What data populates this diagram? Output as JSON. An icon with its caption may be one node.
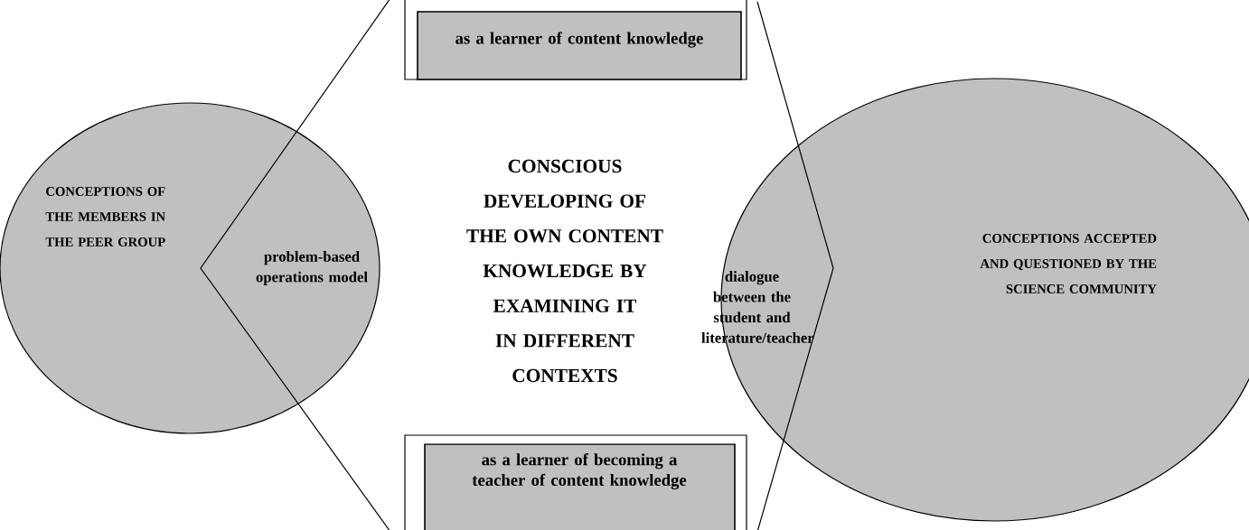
{
  "diagram": {
    "nodes": [
      {
        "text": [
          "CONCEPTIONS OF THE MEMBERS IN THE PEER GROUP"
        ]
      },
      {
        "text": [
          "CONSCIOUS DEVELOPING OF THE OWN CONTENT KNOWLEDGE BY EXAMINING IT IN DIFFERENT CONTEXTS"
        ]
      },
      {
        "text": [
          "as a learner of content knowledge"
        ],
        "in": 1
      },
      {
        "text": [
          "as a learner of becoming a teacher of content knowledge"
        ],
        "in": 1
      },
      {
        "text": [
          "CONCEPTIONS ACCEPTED AND QUESTIONED BY THE SCIENCE COMMUNITY"
        ]
      }
    ],
    "edges": [],
    "labels": [
      "problem-based operations model",
      "dialogue between the student and literature/teacher"
    ]
  }
}
